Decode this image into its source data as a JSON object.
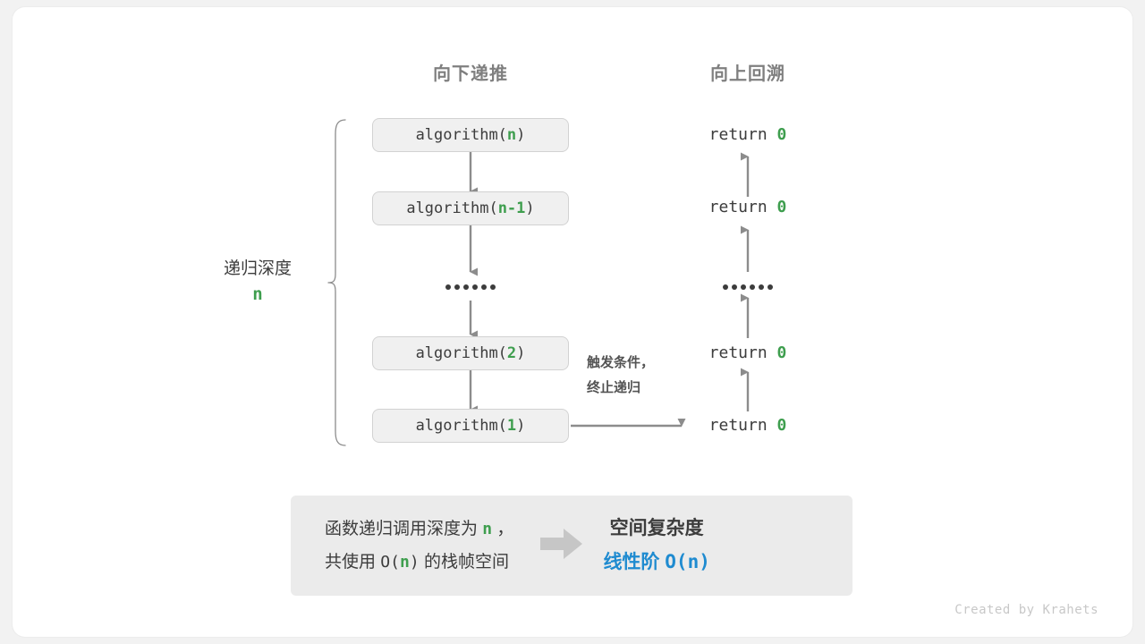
{
  "columns": {
    "down": "向下递推",
    "up": "向上回溯"
  },
  "call_stack": [
    {
      "prefix": "algorithm(",
      "arg": "n",
      "suffix": ")"
    },
    {
      "prefix": "algorithm(",
      "arg": "n-1",
      "suffix": ")"
    },
    {
      "prefix": "algorithm(",
      "arg": "2",
      "suffix": ")"
    },
    {
      "prefix": "algorithm(",
      "arg": "1",
      "suffix": ")"
    }
  ],
  "returns": [
    {
      "keyword": "return",
      "value": "0"
    },
    {
      "keyword": "return",
      "value": "0"
    },
    {
      "keyword": "return",
      "value": "0"
    },
    {
      "keyword": "return",
      "value": "0"
    }
  ],
  "ellipsis_dot_count": 6,
  "depth_brace": {
    "label": "递归深度",
    "value": "n"
  },
  "trigger_note": {
    "line1": "触发条件，",
    "line2": "终止递归"
  },
  "summary": {
    "left_line1_a": "函数递归调用深度为",
    "left_line1_n": "n",
    "left_line1_b": "，",
    "left_line2_a": "共使用",
    "left_line2_o": "O(",
    "left_line2_n": "n",
    "left_line2_c": ")",
    "left_line2_b": "的栈帧空间",
    "right_title": "空间复杂度",
    "right_value_label": "线性阶",
    "right_value_expr": "O(n)"
  },
  "footer": "Created by Krahets",
  "colors": {
    "accent_green": "#3e9e4e",
    "accent_blue": "#1f8bd0",
    "arrow_gray": "#8c8c8c",
    "box_fill": "#f0f0f0",
    "box_border": "#d2d2d2",
    "panel_fill": "#ebebeb",
    "text_dark": "#3c3c3c",
    "header_gray": "#7f7f7f"
  }
}
